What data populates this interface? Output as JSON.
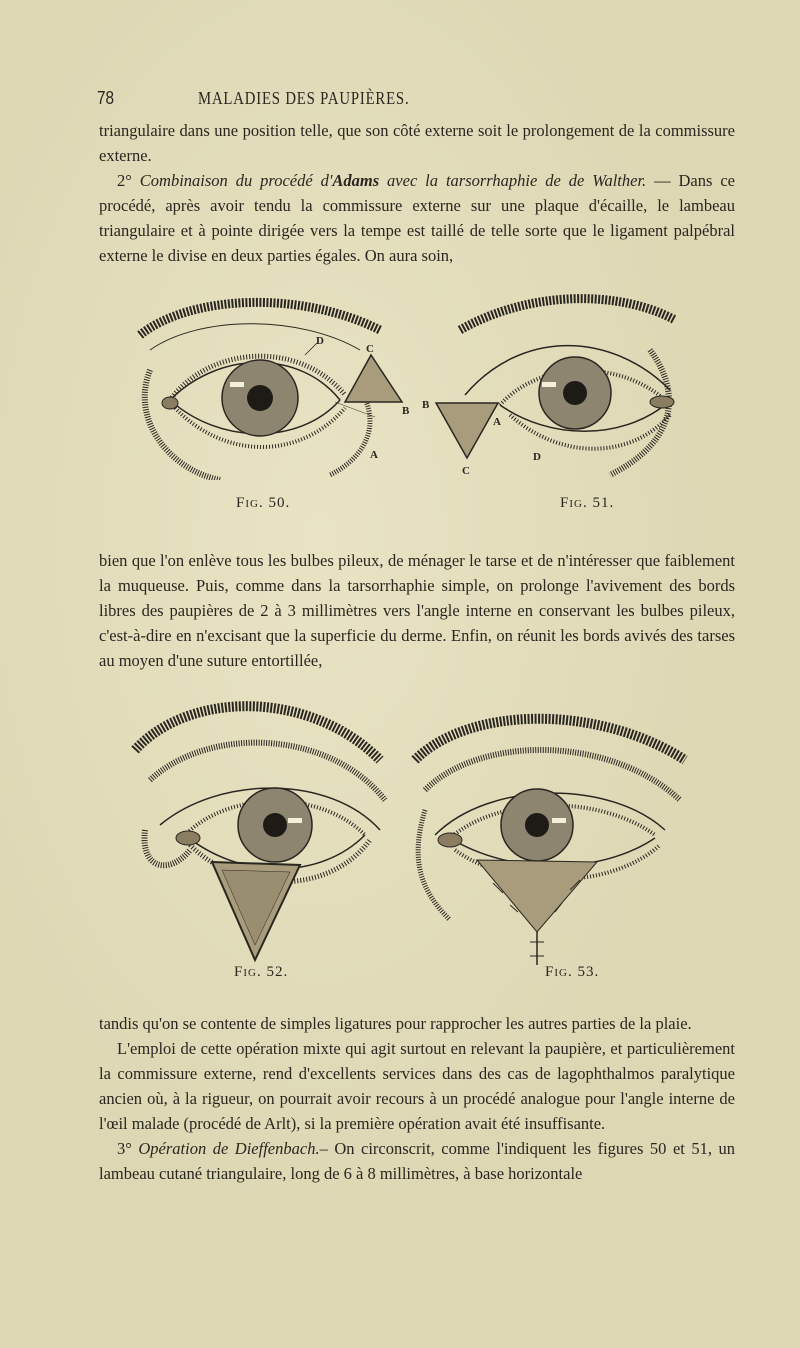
{
  "header": {
    "page_number": "78",
    "running_title": "MALADIES DES PAUPIÈRES."
  },
  "block1": {
    "p1": "triangulaire dans une position telle, que son côté externe soit le prolongement de la commissure externe.",
    "p2_num": "2°",
    "p2_title_a": "Combinaison du procédé d'",
    "p2_title_b": "Adams",
    "p2_title_c": " avec la tarsorrhaphie de de Walther.",
    "p2_dash": " —",
    "p2_body": " Dans ce procédé, après avoir tendu la commissure externe sur une plaque d'écaille, le lambeau triangulaire et à pointe dirigée vers la tempe est taillé de telle sorte que le ligament palpébral externe le divise en deux parties égales. On aura soin,"
  },
  "figures_row1": {
    "fig50": {
      "caption": "Fig. 50.",
      "labels": {
        "D": "D",
        "C": "C",
        "B": "B",
        "A": "A"
      }
    },
    "fig51": {
      "caption": "Fig. 51.",
      "labels": {
        "B": "B",
        "A": "A",
        "C": "C",
        "D": "D"
      }
    }
  },
  "block2": {
    "p1": "bien que l'on enlève tous les bulbes pileux, de ménager le tarse et de n'intéresser que faiblement la muqueuse. Puis, comme dans la tarsorrhaphie simple, on prolonge l'avivement des bords libres des paupières de 2 à 3 millimètres vers l'angle interne en conservant les bulbes pileux, c'est-à-dire en n'excisant que la superficie du derme. Enfin, on réunit les bords avivés des tarses au moyen d'une suture entortillée,"
  },
  "figures_row2": {
    "fig52": {
      "caption": "Fig. 52."
    },
    "fig53": {
      "caption": "Fig. 53."
    }
  },
  "block3": {
    "p1": "tandis qu'on se contente de simples ligatures pour rapprocher les autres parties de la plaie.",
    "p2": "L'emploi de cette opération mixte qui agit surtout en relevant la paupière, et particulièrement la commissure externe, rend d'excellents services dans des cas de lagophthalmos paralytique ancien où, à la rigueur, on pourrait avoir recours à un procédé analogue pour l'angle interne de l'œil malade (procédé de Arlt), si la première opération avait été insuffisante.",
    "p3_num": "3°",
    "p3_title": "Opération de Dieffenbach.",
    "p3_body": "– On circonscrit, comme l'indiquent les figures 50 et 51, un lambeau cutané triangulaire, long de 6 à 8 millimètres, à base horizontale"
  },
  "colors": {
    "paper": "#ddd7b4",
    "ink": "#2a2620"
  }
}
